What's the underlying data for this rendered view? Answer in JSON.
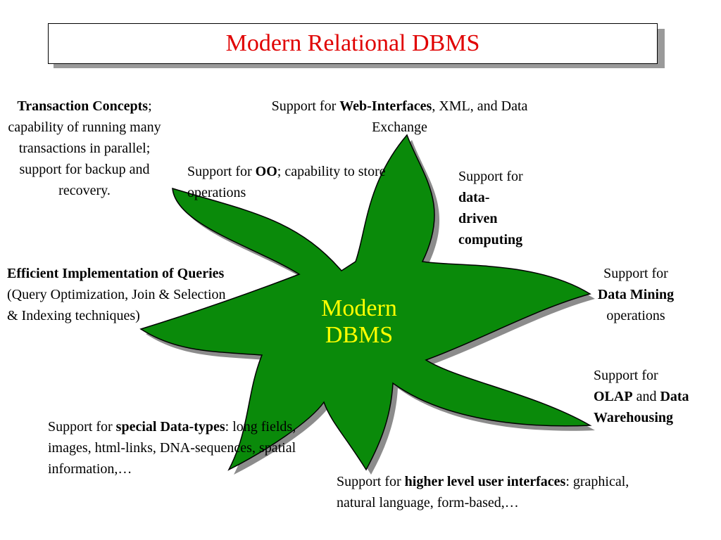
{
  "title": "Modern Relational DBMS",
  "center": {
    "line1": "Modern",
    "line2": "DBMS"
  },
  "colors": {
    "title": "#e00000",
    "star_fill": "#0a8a0a",
    "star_shadow": "#8c8c8c",
    "center_text": "#ffff00"
  },
  "features": {
    "transaction": {
      "bold": "Transaction Concepts",
      "rest": "; capability of running many transactions in parallel; support for backup and recovery."
    },
    "web": {
      "pre": "Support for ",
      "bold": "Web-Interfaces",
      "rest": ", XML, and Data Exchange"
    },
    "oo": {
      "pre": "Support for ",
      "bold": "OO",
      "rest": "; capability to store operations"
    },
    "data_driven": {
      "pre": "Support for ",
      "bold": "data-driven computing"
    },
    "efficient": {
      "bold": "Efficient Implementation of Queries",
      "rest": " (Query Optimization, Join & Selection & Indexing techniques)"
    },
    "data_mining": {
      "pre": "Support for",
      "bold": "Data Mining",
      "rest": "operations"
    },
    "olap": {
      "pre": "Support for",
      "bold1": "OLAP",
      "mid": " and ",
      "bold2": "Data Warehousing"
    },
    "special_types": {
      "pre": "Support for ",
      "bold": "special Data-types",
      "rest": ": long fields, images, html-links, DNA-sequences, spatial information,…"
    },
    "higher_level": {
      "pre": "Support for ",
      "bold": "higher level user interfaces",
      "rest": ": graphical, natural language, form-based,…"
    }
  }
}
